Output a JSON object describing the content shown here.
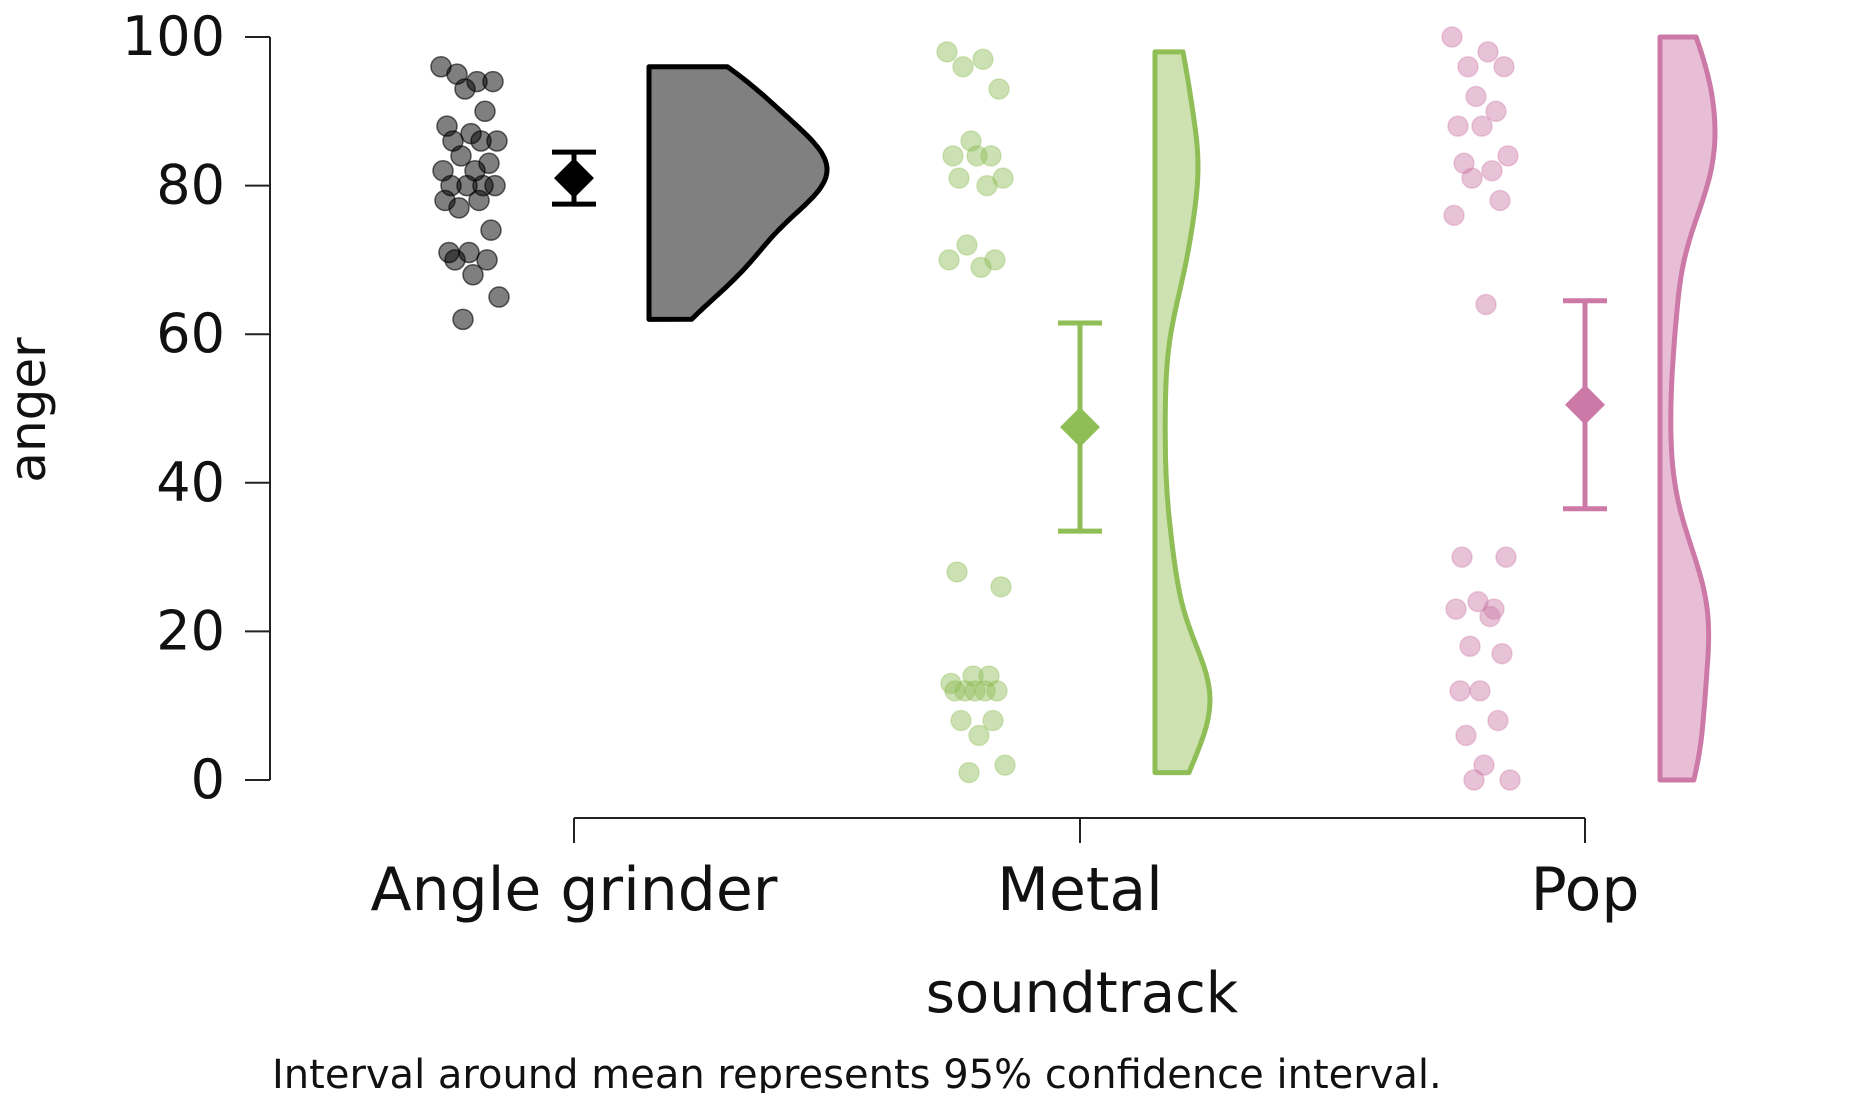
{
  "chart_data": {
    "type": "raincloud",
    "xlabel": "soundtrack",
    "ylabel": "anger",
    "ylim": [
      0,
      100
    ],
    "y_ticks": [
      0,
      20,
      40,
      60,
      80,
      100
    ],
    "categories": [
      "Angle grinder",
      "Metal",
      "Pop"
    ],
    "caption": "Interval around mean represents 95% confidence interval.",
    "groups": [
      {
        "category": "Angle grinder",
        "color": "#000000",
        "fill": "#808080",
        "points": [
          96,
          94,
          95,
          94,
          93,
          90,
          88,
          87,
          86,
          86,
          86,
          84,
          83,
          82,
          82,
          80,
          80,
          80,
          80,
          78,
          78,
          77,
          74,
          71,
          71,
          70,
          70,
          68,
          65,
          62
        ],
        "mean": 81,
        "ci": [
          77.5,
          84.5
        ],
        "density_range": [
          62,
          96
        ]
      },
      {
        "category": "Metal",
        "color": "#8fbd56",
        "fill": "#cde2b0",
        "points": [
          98,
          97,
          96,
          93,
          86,
          84,
          84,
          84,
          81,
          81,
          80,
          72,
          70,
          70,
          69,
          28,
          26,
          14,
          14,
          13,
          12,
          12,
          12,
          12,
          12,
          8,
          8,
          6,
          2,
          1
        ],
        "mean": 47.5,
        "ci": [
          33.5,
          61.5
        ],
        "density_range": [
          1,
          98
        ]
      },
      {
        "category": "Pop",
        "color": "#cc79a7",
        "fill": "#e8bed6",
        "points": [
          100,
          98,
          96,
          96,
          92,
          90,
          88,
          88,
          84,
          83,
          82,
          81,
          78,
          76,
          64,
          30,
          30,
          24,
          23,
          23,
          22,
          18,
          17,
          12,
          12,
          8,
          6,
          2,
          0,
          0
        ],
        "mean": 50.5,
        "ci": [
          36.5,
          64.5
        ],
        "density_range": [
          0,
          100
        ]
      }
    ]
  }
}
